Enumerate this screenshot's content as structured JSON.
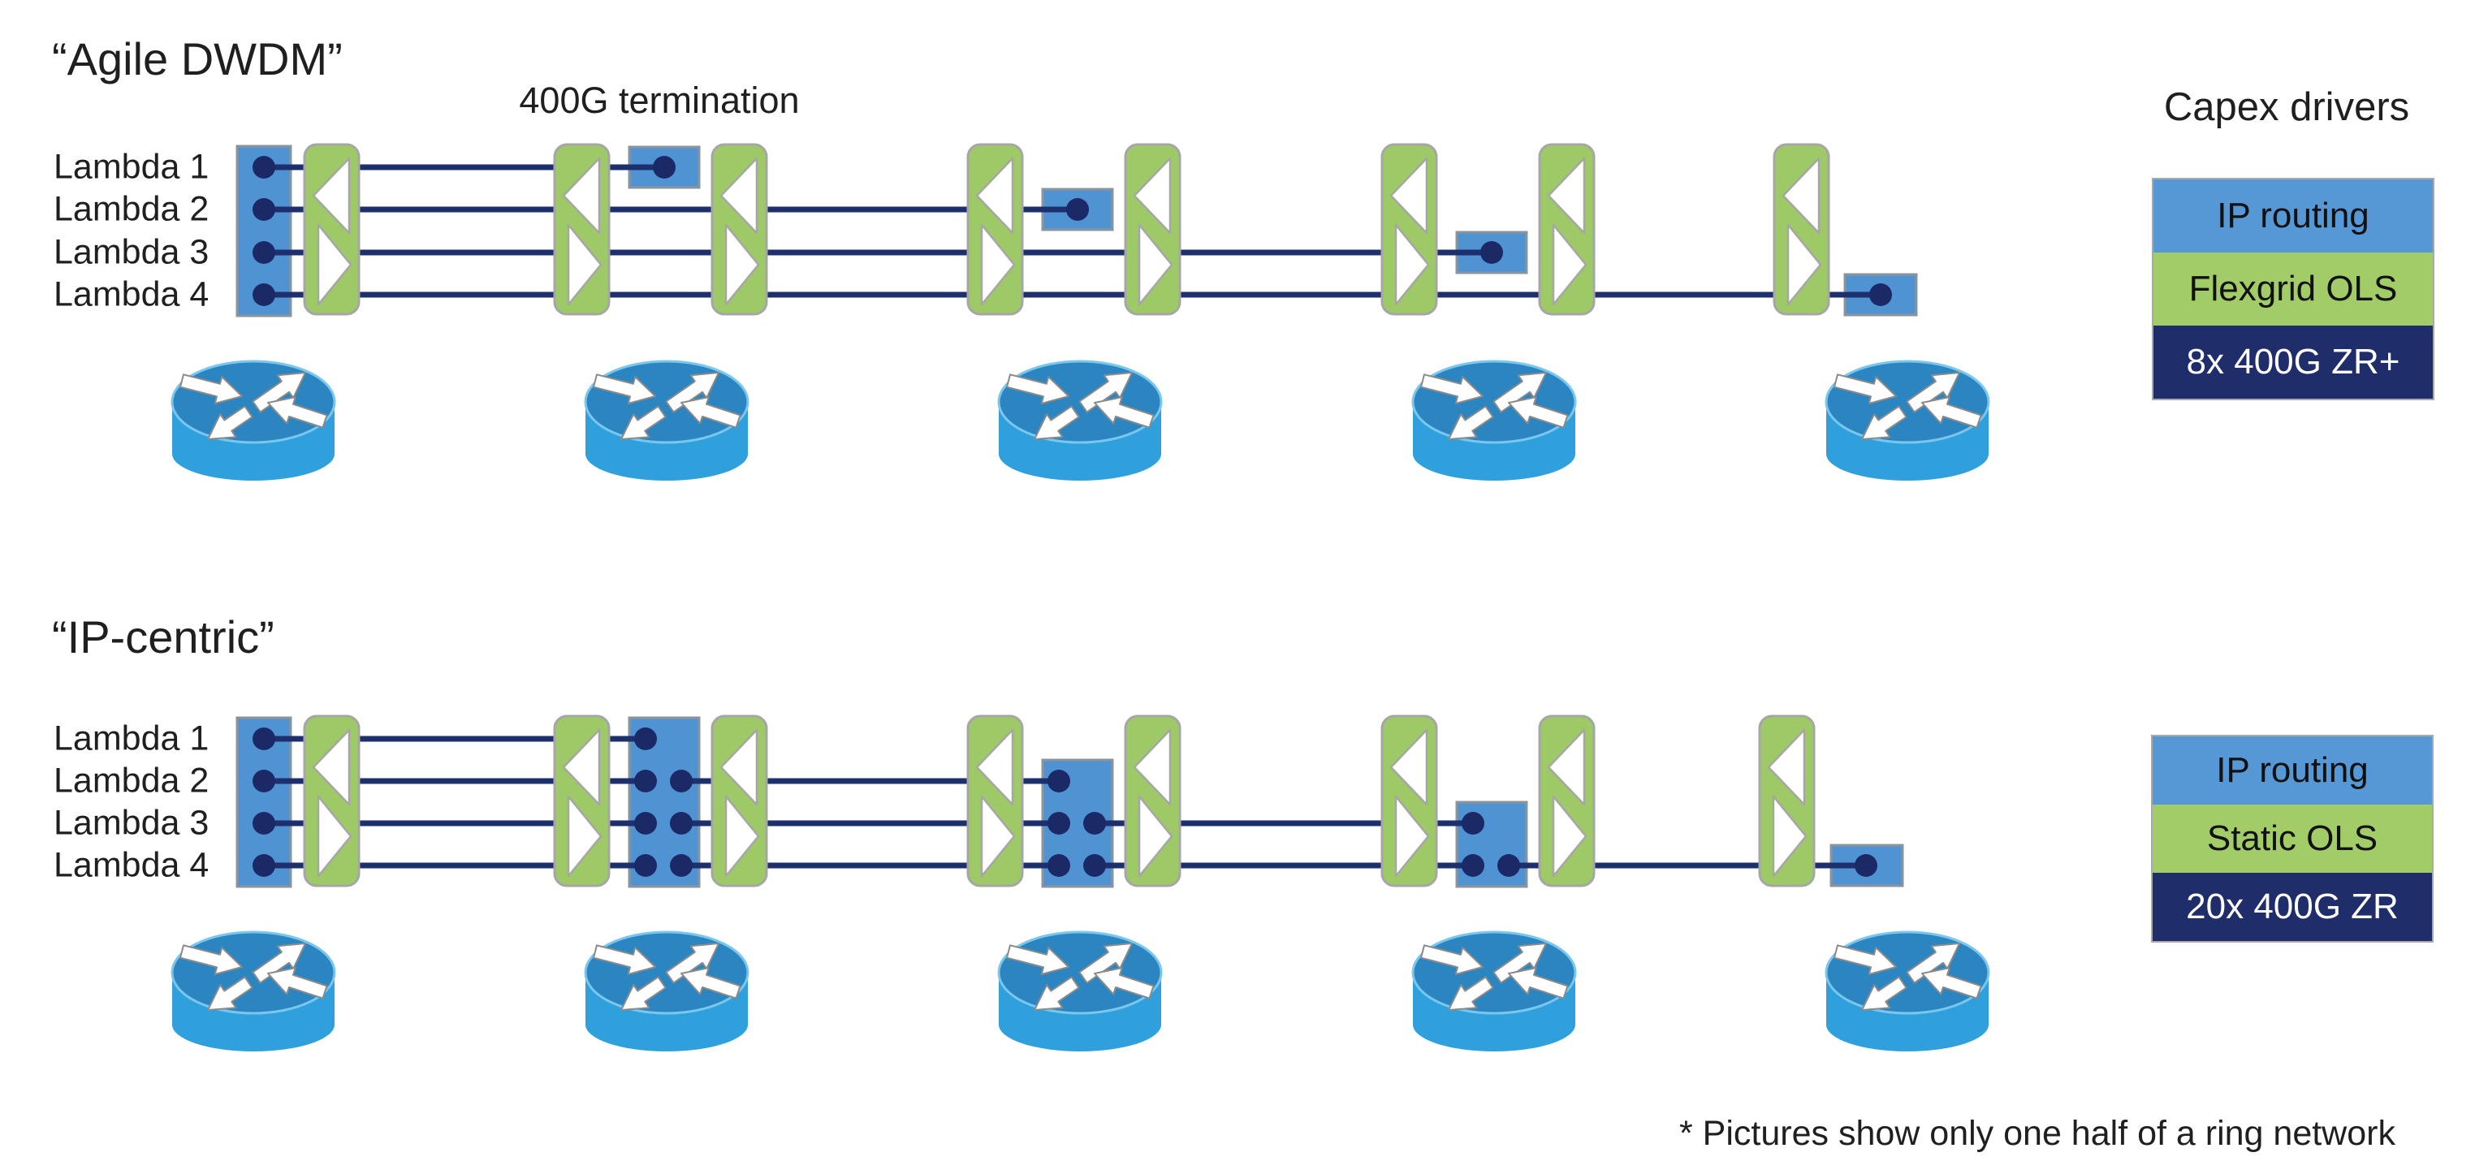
{
  "page": {
    "background": "#FFFFFF"
  },
  "diagrams": [
    {
      "name": "agile-dwdm",
      "title": "“Agile DWDM”",
      "annotation": "400G termination",
      "lambda_labels": [
        "Lambda 1",
        "Lambda 2",
        "Lambda 3",
        "Lambda 4"
      ],
      "node_roles": [
        [
          "source",
          "source",
          "source",
          "source"
        ],
        [
          "terminate",
          null,
          null,
          null
        ],
        [
          null,
          "terminate",
          null,
          null
        ],
        [
          null,
          null,
          "terminate",
          null
        ],
        [
          null,
          null,
          null,
          "terminate"
        ]
      ],
      "transceiver_count": 8
    },
    {
      "name": "ip-centric",
      "title": "“IP-centric”",
      "lambda_labels": [
        "Lambda 1",
        "Lambda 2",
        "Lambda 3",
        "Lambda 4"
      ],
      "node_roles": [
        [
          "source",
          "source",
          "source",
          "source"
        ],
        [
          "terminate",
          "regenerate",
          "regenerate",
          "regenerate"
        ],
        [
          null,
          "terminate",
          "regenerate",
          "regenerate"
        ],
        [
          null,
          null,
          "terminate",
          "regenerate"
        ],
        [
          null,
          null,
          null,
          "terminate"
        ]
      ],
      "transceiver_count": 20
    }
  ],
  "legend_title": "Capex drivers",
  "legends": [
    {
      "items": [
        {
          "label": "IP routing",
          "bg": "#5697D5",
          "fg": "#111111"
        },
        {
          "label": "Flexgrid OLS",
          "bg": "#A2CC68",
          "fg": "#111111"
        },
        {
          "label": "8x 400G ZR+",
          "bg": "#1F2E6B",
          "fg": "#FFFFFF"
        }
      ]
    },
    {
      "items": [
        {
          "label": "IP routing",
          "bg": "#5697D5",
          "fg": "#111111"
        },
        {
          "label": "Static OLS",
          "bg": "#A2CC68",
          "fg": "#111111"
        },
        {
          "label": "20x 400G ZR",
          "bg": "#1F2E6B",
          "fg": "#FFFFFF"
        }
      ]
    }
  ],
  "footnote": "* Pictures show only one half of a ring network",
  "colors": {
    "line": "#1E2F6E",
    "dot": "#1B2A66",
    "termination_fill": "#4F93D2",
    "termination_border": "#8C949B",
    "ols_fill": "#9DC966",
    "ols_border": "#A6A6A6",
    "ols_triangle": "#FFFFFF",
    "router_body": "#2FA0DC",
    "router_top": "#2B85C1",
    "router_rim": "#79C6EE",
    "arrow_fill": "#FFFFFF",
    "arrow_edge": "#8A8A8A"
  }
}
